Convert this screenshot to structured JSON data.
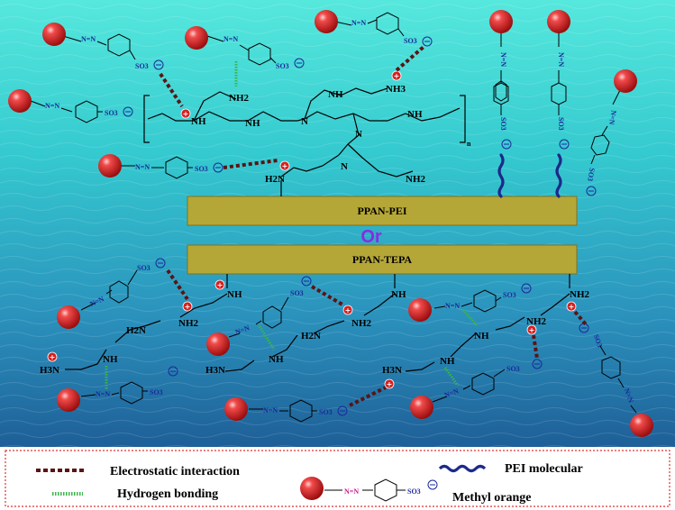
{
  "bars": {
    "top_label": "PPAN-PEI",
    "bottom_label": "PPAN-TEPA",
    "or_label": "Or",
    "bar_color": "#b5a737"
  },
  "chem": {
    "nh": "NH",
    "n": "N",
    "nh2": "NH2",
    "nh3": "NH3",
    "h2n": "H2N",
    "h3n": "H3N",
    "so3": "SO3",
    "azo": "N=N",
    "n_sub": "n"
  },
  "legend": {
    "electrostatic": "Electrostatic interaction",
    "hydrogen": "Hydrogen bonding",
    "pei": "PEI molecular",
    "methyl_orange": "Methyl orange"
  },
  "colors": {
    "sea_top": "#3fe0d8",
    "sea_bottom": "#1f6fa8",
    "ball": "#d62020",
    "electrostatic": "#5a1414",
    "hydrogen": "#39b54a",
    "pei": "#1b2a8a",
    "legend_border": "#e03030"
  }
}
